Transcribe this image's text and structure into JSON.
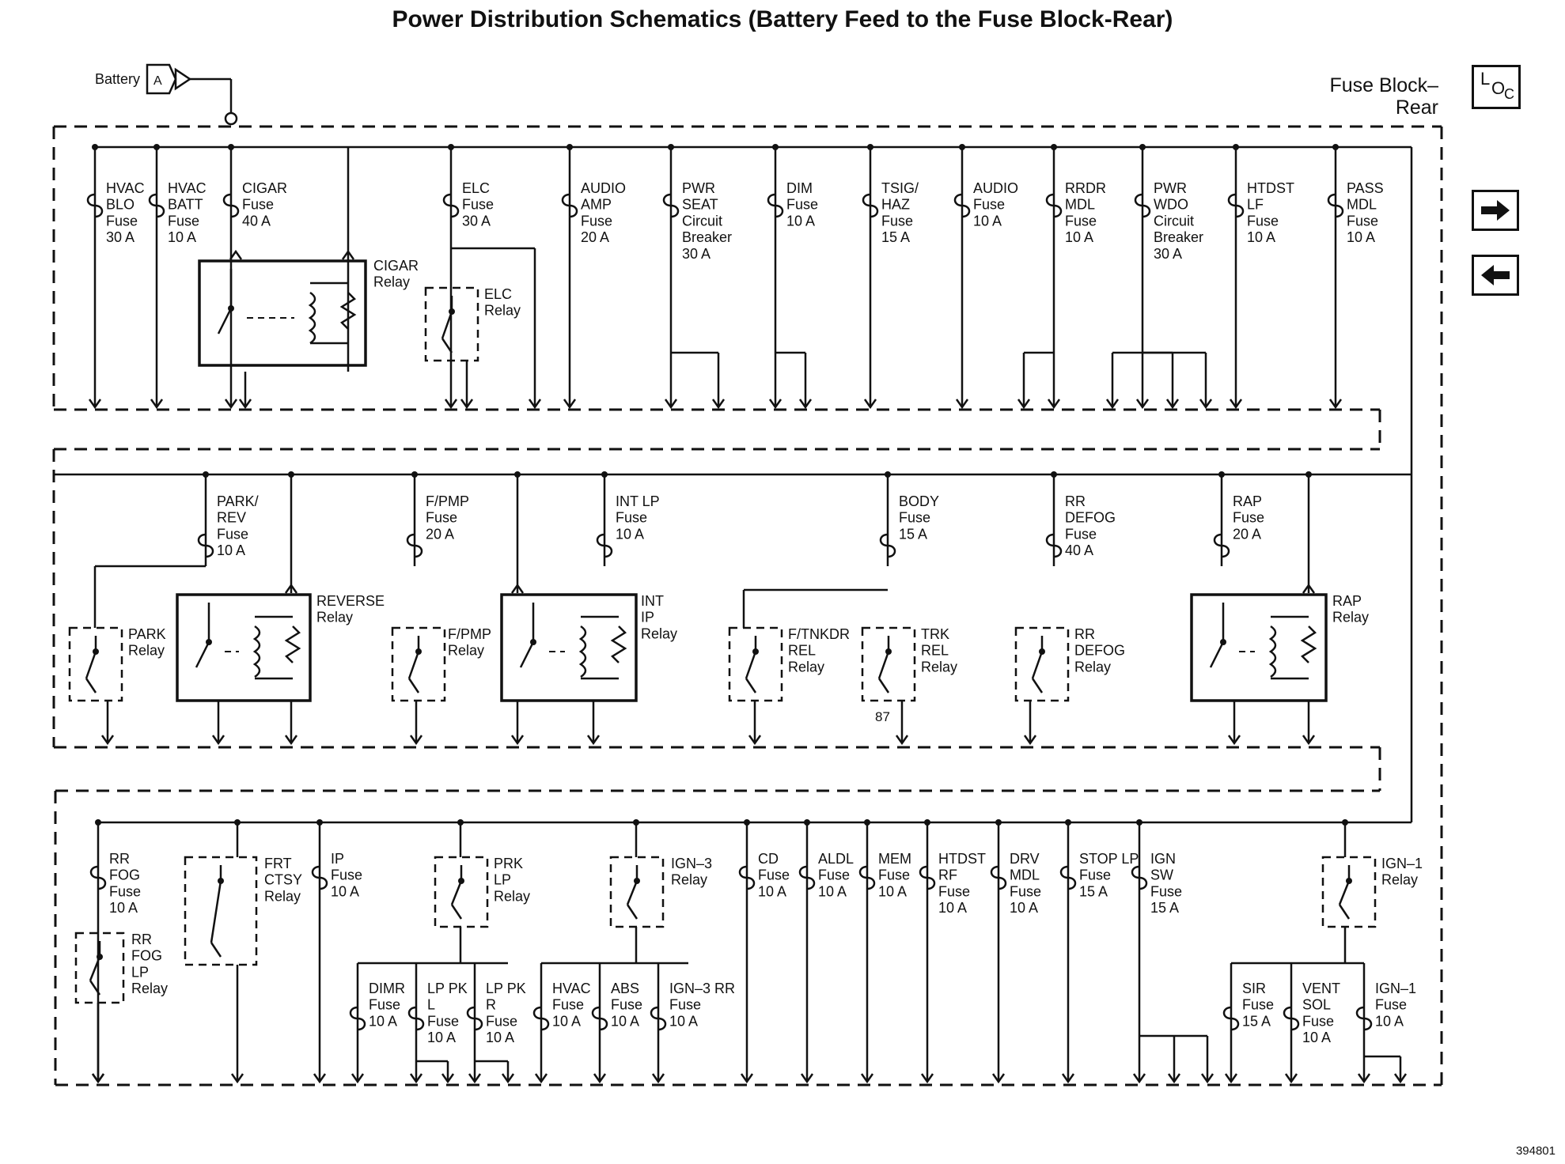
{
  "title": "Power Distribution Schematics (Battery Feed to the Fuse Block-Rear)",
  "doc_id": "394801",
  "block_label": [
    "Fuse Block–",
    "Rear"
  ],
  "source": {
    "label": "Battery",
    "connector": "A"
  },
  "nav": {
    "loc_icon": "loc-icon",
    "next_icon": "arrow-right-icon",
    "prev_icon": "arrow-left-icon"
  },
  "row1": [
    {
      "lines": [
        "HVAC",
        "BLO",
        "Fuse",
        "30 A"
      ]
    },
    {
      "lines": [
        "HVAC",
        "BATT",
        "Fuse",
        "10 A"
      ]
    },
    {
      "lines": [
        "CIGAR",
        "Fuse",
        "40 A"
      ]
    },
    {
      "lines": [
        "ELC",
        "Fuse",
        "30 A"
      ]
    },
    {
      "lines": [
        "AUDIO",
        "AMP",
        "Fuse",
        "20 A"
      ]
    },
    {
      "lines": [
        "PWR",
        "SEAT",
        "Circuit",
        "Breaker",
        "30 A"
      ]
    },
    {
      "lines": [
        "DIM",
        "Fuse",
        "10 A"
      ]
    },
    {
      "lines": [
        "TSIG/",
        "HAZ",
        "Fuse",
        "15 A"
      ]
    },
    {
      "lines": [
        "AUDIO",
        "Fuse",
        "10 A"
      ]
    },
    {
      "lines": [
        "RRDR",
        "MDL",
        "Fuse",
        "10 A"
      ]
    },
    {
      "lines": [
        "PWR",
        "WDO",
        "Circuit",
        "Breaker",
        "30 A"
      ]
    },
    {
      "lines": [
        "HTDST",
        "LF",
        "Fuse",
        "10 A"
      ]
    },
    {
      "lines": [
        "PASS",
        "MDL",
        "Fuse",
        "10 A"
      ]
    }
  ],
  "row1_relays": [
    {
      "lines": [
        "CIGAR",
        "Relay"
      ]
    },
    {
      "lines": [
        "ELC",
        "Relay"
      ]
    }
  ],
  "row2": [
    {
      "lines": [
        "PARK/",
        "REV",
        "Fuse",
        "10 A"
      ]
    },
    {
      "lines": [
        "F/PMP",
        "Fuse",
        "20 A"
      ]
    },
    {
      "lines": [
        "INT LP",
        "Fuse",
        "10 A"
      ]
    },
    {
      "lines": [
        "BODY",
        "Fuse",
        "15 A"
      ]
    },
    {
      "lines": [
        "RR",
        "DEFOG",
        "Fuse",
        "40 A"
      ]
    },
    {
      "lines": [
        "RAP",
        "Fuse",
        "20 A"
      ]
    }
  ],
  "row2_relays": [
    {
      "lines": [
        "PARK",
        "Relay"
      ]
    },
    {
      "lines": [
        "REVERSE",
        "Relay"
      ]
    },
    {
      "lines": [
        "F/PMP",
        "Relay"
      ]
    },
    {
      "lines": [
        "INT",
        "IP",
        "Relay"
      ]
    },
    {
      "lines": [
        "F/TNKDR",
        "REL",
        "Relay"
      ]
    },
    {
      "lines": [
        "TRK",
        "REL",
        "Relay"
      ]
    },
    {
      "lines": [
        "RR",
        "DEFOG",
        "Relay"
      ]
    },
    {
      "lines": [
        "RAP",
        "Relay"
      ]
    }
  ],
  "row2_terminal": "87",
  "row3": [
    {
      "lines": [
        "RR",
        "FOG",
        "Fuse",
        "10 A"
      ]
    },
    {
      "lines": [
        "IP",
        "Fuse",
        "10 A"
      ]
    },
    {
      "lines": [
        "CD",
        "Fuse",
        "10 A"
      ]
    },
    {
      "lines": [
        "ALDL",
        "Fuse",
        "10 A"
      ]
    },
    {
      "lines": [
        "MEM",
        "Fuse",
        "10 A"
      ]
    },
    {
      "lines": [
        "HTDST",
        "RF",
        "Fuse",
        "10 A"
      ]
    },
    {
      "lines": [
        "DRV",
        "MDL",
        "Fuse",
        "10 A"
      ]
    },
    {
      "lines": [
        "STOP LP",
        "Fuse",
        "15 A"
      ]
    },
    {
      "lines": [
        "IGN",
        "SW",
        "Fuse",
        "15 A"
      ]
    }
  ],
  "row3_relays": [
    {
      "lines": [
        "RR",
        "FOG",
        "LP",
        "Relay"
      ]
    },
    {
      "lines": [
        "FRT",
        "CTSY",
        "Relay"
      ]
    },
    {
      "lines": [
        "PRK",
        "LP",
        "Relay"
      ]
    },
    {
      "lines": [
        "IGN–3",
        "Relay"
      ]
    },
    {
      "lines": [
        "IGN–1",
        "Relay"
      ]
    }
  ],
  "row3_sub": [
    {
      "lines": [
        "DIMR",
        "Fuse",
        "10 A"
      ]
    },
    {
      "lines": [
        "LP PK",
        "L",
        "Fuse",
        "10 A"
      ]
    },
    {
      "lines": [
        "LP PK",
        "R",
        "Fuse",
        "10 A"
      ]
    },
    {
      "lines": [
        "HVAC",
        "Fuse",
        "10 A"
      ]
    },
    {
      "lines": [
        "ABS",
        "Fuse",
        "10 A"
      ]
    },
    {
      "lines": [
        "IGN–3 RR",
        "Fuse",
        "10 A"
      ]
    },
    {
      "lines": [
        "SIR",
        "Fuse",
        "15 A"
      ]
    },
    {
      "lines": [
        "VENT",
        "SOL",
        "Fuse",
        "10 A"
      ]
    },
    {
      "lines": [
        "IGN–1",
        "Fuse",
        "10 A"
      ]
    }
  ]
}
